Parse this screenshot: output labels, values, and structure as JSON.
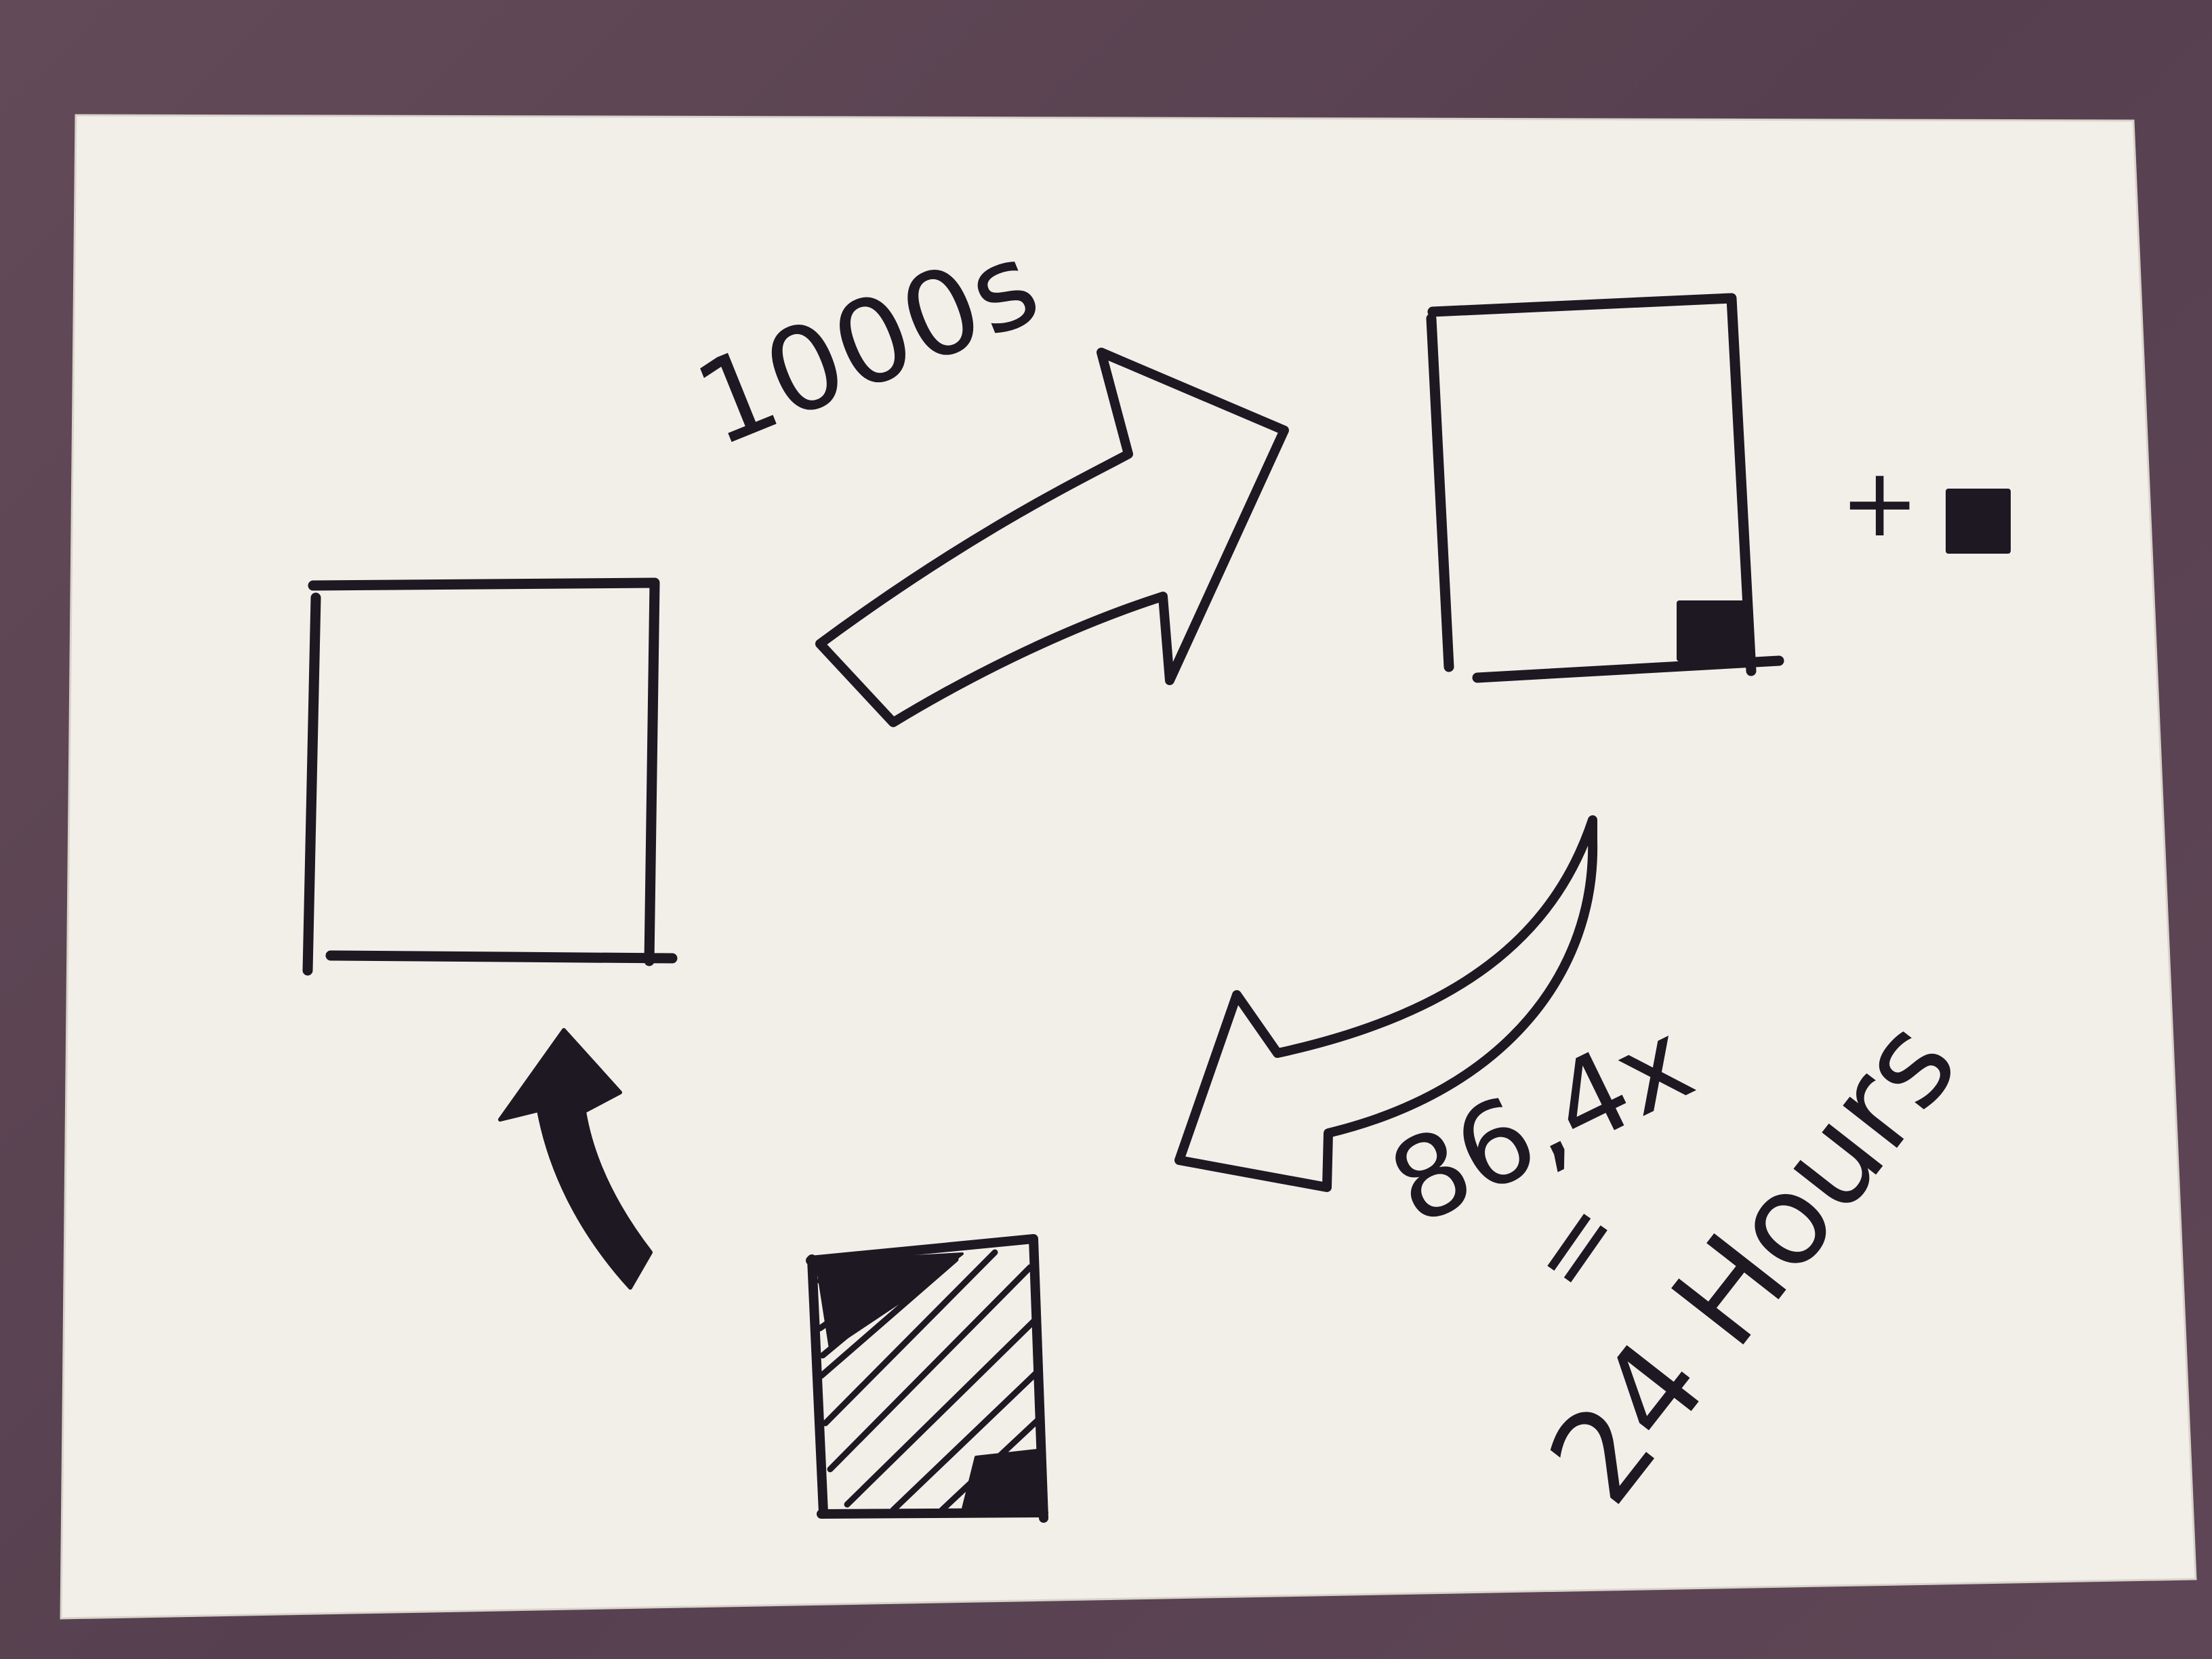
{
  "diagram": {
    "labels": {
      "duration_label": "1000s",
      "plus_sign": "+",
      "multiplier_label": "86,4x",
      "equals_sign": "=",
      "total_label": "24 Hours"
    },
    "colors": {
      "paper": "#f1efe8",
      "ink": "#1e1822",
      "background": "#5d4654"
    }
  }
}
